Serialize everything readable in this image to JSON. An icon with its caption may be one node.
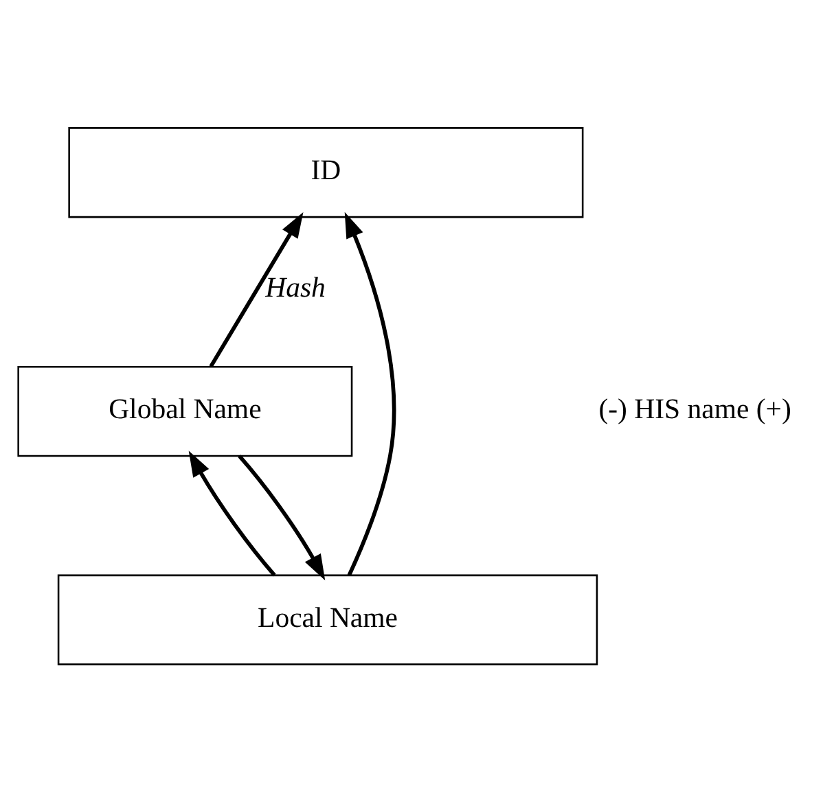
{
  "diagram": {
    "nodes": [
      {
        "text": [
          "ID"
        ]
      },
      {
        "text": [
          "Global Name"
        ]
      },
      {
        "text": [
          "Local Name"
        ]
      }
    ],
    "edges": [
      {
        "from": 1,
        "to": 0,
        "arrow": "to",
        "label": "Hash"
      },
      {
        "from": 1,
        "to": 2,
        "arrow": "to"
      },
      {
        "from": 2,
        "to": 1,
        "arrow": "to"
      },
      {
        "from": 2,
        "to": 0,
        "arrow": "to"
      }
    ],
    "labels": [
      "(-) HIS name (+)"
    ]
  }
}
